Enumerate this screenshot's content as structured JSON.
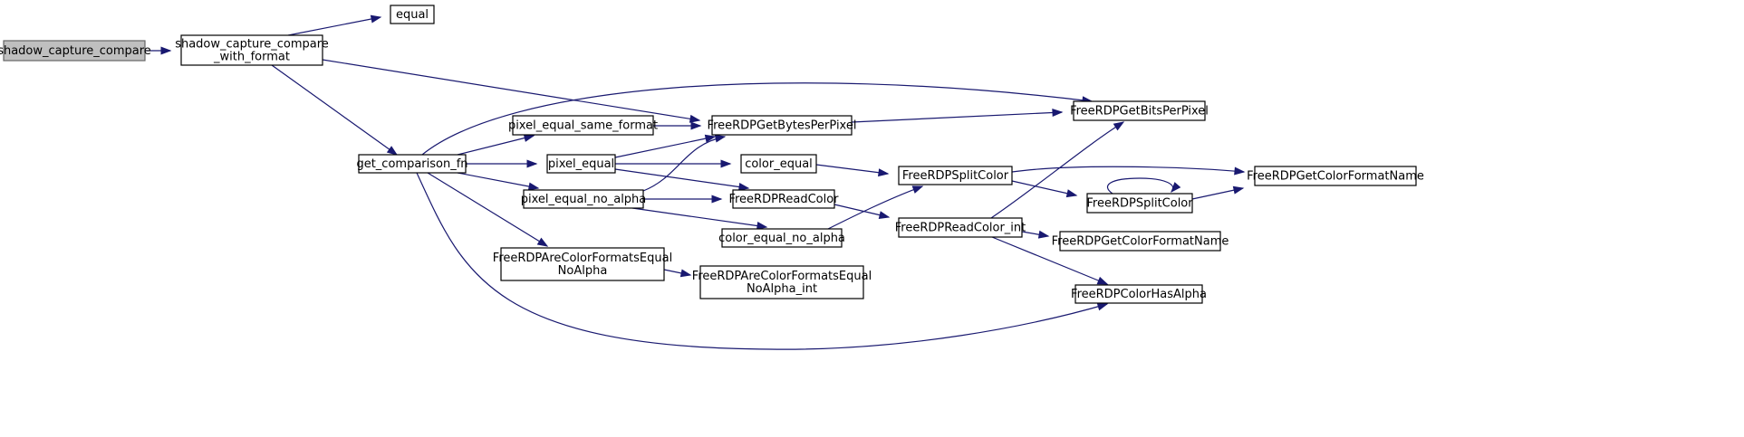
{
  "nodes": [
    {
      "id": "n0",
      "name": "shadow_capture_compare",
      "lines": [
        "shadow_capture_compare"
      ],
      "root": true
    },
    {
      "id": "n1",
      "name": "shadow_capture_compare_with_format",
      "lines": [
        "shadow_capture_compare",
        "_with_format"
      ]
    },
    {
      "id": "n2",
      "name": "equal",
      "lines": [
        "equal"
      ]
    },
    {
      "id": "n3",
      "name": "FreeRDPGetBytesPerPixel",
      "lines": [
        "FreeRDPGetBytesPerPixel"
      ]
    },
    {
      "id": "n4",
      "name": "get_comparison_fn",
      "lines": [
        "get_comparison_fn"
      ]
    },
    {
      "id": "n5",
      "name": "FreeRDPGetBitsPerPixel",
      "lines": [
        "FreeRDPGetBitsPerPixel"
      ]
    },
    {
      "id": "n6",
      "name": "pixel_equal_same_format",
      "lines": [
        "pixel_equal_same_format"
      ]
    },
    {
      "id": "n7",
      "name": "pixel_equal",
      "lines": [
        "pixel_equal"
      ]
    },
    {
      "id": "n8",
      "name": "pixel_equal_no_alpha",
      "lines": [
        "pixel_equal_no_alpha"
      ]
    },
    {
      "id": "n9",
      "name": "FreeRDPAreColorFormatsEqualNoAlpha",
      "lines": [
        "FreeRDPAreColorFormatsEqual",
        "NoAlpha"
      ]
    },
    {
      "id": "n10",
      "name": "FreeRDPColorHasAlpha",
      "lines": [
        "FreeRDPColorHasAlpha"
      ]
    },
    {
      "id": "n11",
      "name": "color_equal",
      "lines": [
        "color_equal"
      ]
    },
    {
      "id": "n12",
      "name": "FreeRDPReadColor",
      "lines": [
        "FreeRDPReadColor"
      ]
    },
    {
      "id": "n13",
      "name": "color_equal_no_alpha",
      "lines": [
        "color_equal_no_alpha"
      ]
    },
    {
      "id": "n14",
      "name": "FreeRDPSplitColor",
      "lines": [
        "FreeRDPSplitColor"
      ]
    },
    {
      "id": "n15",
      "name": "FreeRDPReadColor_int",
      "lines": [
        "FreeRDPReadColor_int"
      ]
    },
    {
      "id": "n16",
      "name": "FreeRDPAreColorFormatsEqualNoAlpha_int",
      "lines": [
        "FreeRDPAreColorFormatsEqual",
        "NoAlpha_int"
      ]
    },
    {
      "id": "n17",
      "name": "FreeRDPGetColorFormatName",
      "lines": [
        "FreeRDPGetColorFormatName"
      ]
    },
    {
      "id": "n18",
      "name": "FreeRDPSplitColor-impl",
      "lines": [
        "FreeRDPSplitColor"
      ]
    },
    {
      "id": "n19",
      "name": "FreeRDPGetColorFormatName-int",
      "lines": [
        "FreeRDPGetColorFormatName"
      ]
    }
  ],
  "edges": [
    {
      "from": "n0",
      "to": "n1"
    },
    {
      "from": "n1",
      "to": "n2"
    },
    {
      "from": "n1",
      "to": "n3"
    },
    {
      "from": "n1",
      "to": "n4"
    },
    {
      "from": "n4",
      "to": "n5"
    },
    {
      "from": "n4",
      "to": "n6"
    },
    {
      "from": "n4",
      "to": "n7"
    },
    {
      "from": "n4",
      "to": "n8"
    },
    {
      "from": "n4",
      "to": "n9"
    },
    {
      "from": "n4",
      "to": "n10"
    },
    {
      "from": "n6",
      "to": "n3"
    },
    {
      "from": "n7",
      "to": "n3"
    },
    {
      "from": "n7",
      "to": "n11"
    },
    {
      "from": "n7",
      "to": "n12"
    },
    {
      "from": "n8",
      "to": "n3"
    },
    {
      "from": "n8",
      "to": "n12"
    },
    {
      "from": "n8",
      "to": "n13"
    },
    {
      "from": "n9",
      "to": "n16"
    },
    {
      "from": "n3",
      "to": "n5"
    },
    {
      "from": "n11",
      "to": "n14"
    },
    {
      "from": "n13",
      "to": "n14"
    },
    {
      "from": "n12",
      "to": "n15"
    },
    {
      "from": "n14",
      "to": "n17"
    },
    {
      "from": "n14",
      "to": "n18"
    },
    {
      "from": "n18",
      "to": "n18"
    },
    {
      "from": "n18",
      "to": "n17"
    },
    {
      "from": "n15",
      "to": "n5"
    },
    {
      "from": "n15",
      "to": "n19"
    },
    {
      "from": "n15",
      "to": "n10"
    }
  ],
  "colors": {
    "edge": "#191970",
    "root_fill": "#bfbfbf",
    "node_fill": "#ffffff",
    "node_stroke": "#000000"
  }
}
